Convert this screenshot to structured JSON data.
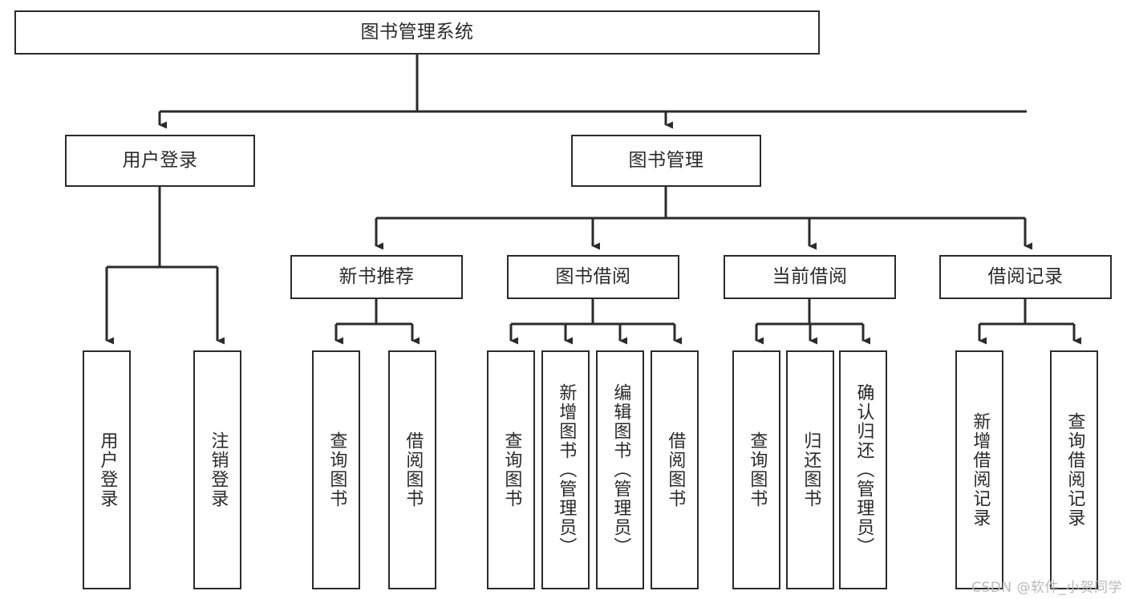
{
  "diagram": {
    "title": "图书管理系统",
    "type": "tree",
    "watermark": "CSDN @软件_小贺同学",
    "stroke_color": "#2b2b2b",
    "fill_color": "#ffffff",
    "text_color": "#2a2a2a"
  },
  "nodes": {
    "root": {
      "label": "图书管理系统"
    },
    "level2": [
      {
        "label": "用户登录"
      },
      {
        "label": "图书管理"
      }
    ],
    "level3": [
      {
        "label": "新书推荐"
      },
      {
        "label": "图书借阅"
      },
      {
        "label": "当前借阅"
      },
      {
        "label": "借阅记录"
      }
    ],
    "leaves": {
      "user_login": [
        {
          "label": "用户登录"
        },
        {
          "label": "注销登录"
        }
      ],
      "new_book": [
        {
          "label": "查询图书"
        },
        {
          "label": "借阅图书"
        }
      ],
      "book_borrow": [
        {
          "label": "查询图书"
        },
        {
          "label": "新增图书（管理员）"
        },
        {
          "label": "编辑图书（管理员）"
        },
        {
          "label": "借阅图书"
        }
      ],
      "current_borrow": [
        {
          "label": "查询图书"
        },
        {
          "label": "归还图书"
        },
        {
          "label": "确认归还（管理员）"
        }
      ],
      "borrow_record": [
        {
          "label": "新增借阅记录"
        },
        {
          "label": "查询借阅记录"
        }
      ]
    }
  }
}
